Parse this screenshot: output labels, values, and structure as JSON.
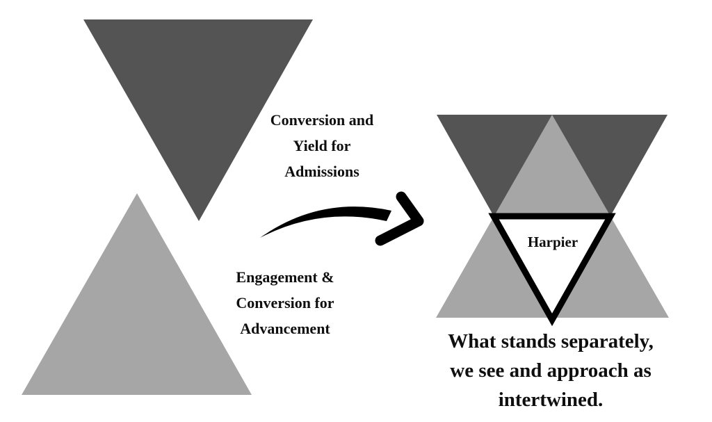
{
  "colors": {
    "background": "#ffffff",
    "dark_triangle": "#545454",
    "light_triangle": "#a6a6a6",
    "arrow": "#000000",
    "overlap_fill": "#ffffff",
    "overlap_stroke": "#000000",
    "text": "#0f0f0f"
  },
  "labels": {
    "admissions": {
      "lines": [
        "Conversion and",
        "Yield for",
        "Admissions"
      ]
    },
    "advancement": {
      "lines": [
        "Engagement &",
        "Conversion for",
        "Advancement"
      ]
    },
    "overlap": "Harpier",
    "caption": {
      "lines": [
        "What stands separately,",
        "we see and approach as",
        "intertwined."
      ]
    }
  }
}
